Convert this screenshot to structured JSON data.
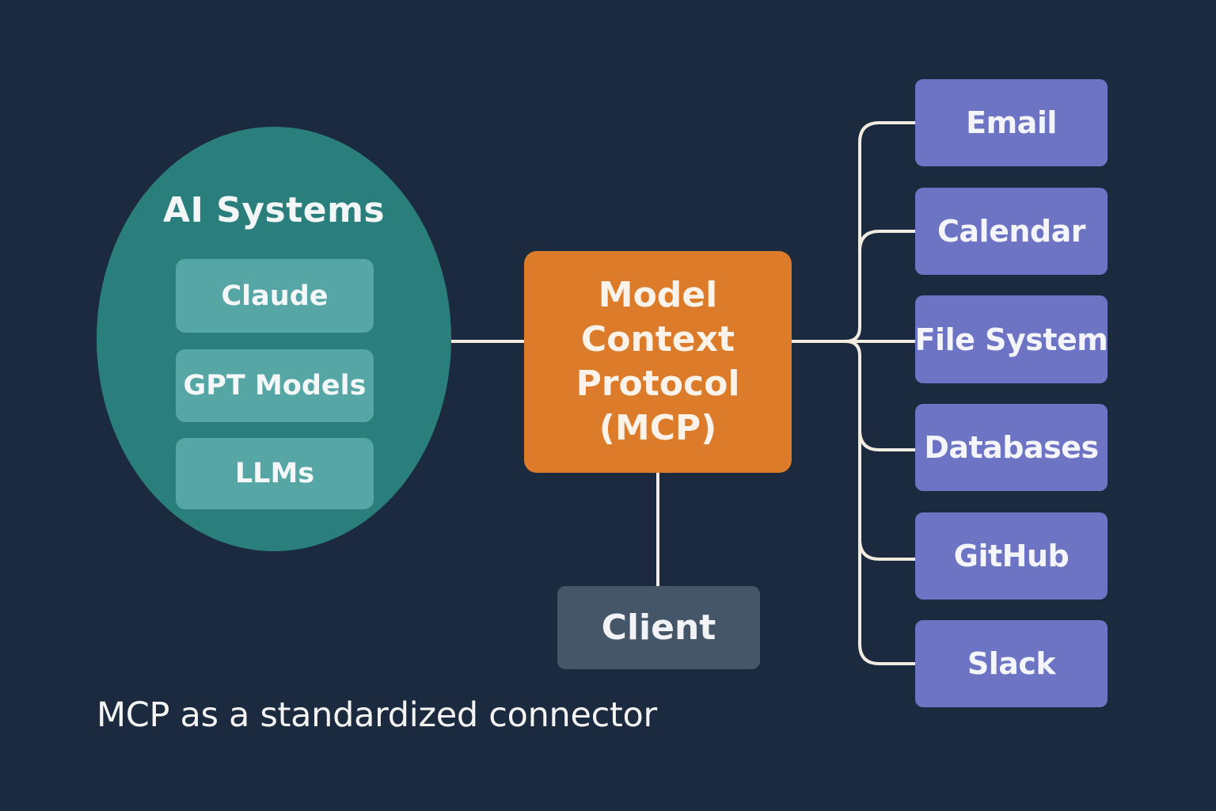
{
  "ai_systems": {
    "title": "AI Systems",
    "items": [
      "Claude",
      "GPT Models",
      "LLMs"
    ]
  },
  "mcp": {
    "label": "Model\nContext\nProtocol\n(MCP)"
  },
  "client": {
    "label": "Client"
  },
  "services": [
    "Email",
    "Calendar",
    "File System",
    "Databases",
    "GitHub",
    "Slack"
  ],
  "caption": "MCP as a standardized connector",
  "colors": {
    "background": "#1b2a3e",
    "ai_group": "#2a7f7d",
    "ai_item": "#55a6a5",
    "mcp": "#dc7c2b",
    "client": "#465669",
    "service": "#6c74c3",
    "connector": "#f2ece0"
  }
}
